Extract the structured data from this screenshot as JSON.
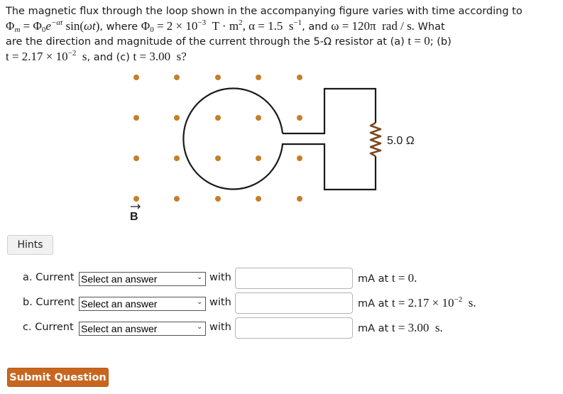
{
  "question": {
    "line1": "The magnetic flux through the loop shown in the accompanying figure varies with time according to",
    "line2": {
      "phi_m": "Φ",
      "sub_m": "m",
      "eq": " = ",
      "phi0": "Φ",
      "sub0": "0",
      "e": "e",
      "exp": "−αt",
      "sin": " sin(",
      "wt": "ωt",
      "close": ")",
      "where": ", where ",
      "phi0b": "Φ",
      "sub0b": "0",
      "val": " = 2 × 10",
      "valexp": "−3",
      "units": "  T · m",
      "unitsexp": "2",
      "alpha": ", α = 1.5  s",
      "alphaexp": "−1",
      "and": ", and ",
      "omega": "ω = 120π  rad / s.",
      "what": " What"
    },
    "line3": "are the direction and magnitude of the current through the 5-Ω resistor at (a) ",
    "line3_math": "t = 0",
    "line3_tail": "; (b)",
    "line4": {
      "t": "t = 2.17 × 10",
      "exp": "−2",
      "s": "  s",
      "mid": ", and (c) ",
      "t2": "t = 3.00  s?"
    }
  },
  "figure": {
    "resistor_label": "5.0 Ω",
    "field_label": "B",
    "dot_color": "#c47f2a",
    "resistor_color": "#7b4a1e",
    "wire_color": "#1a1a1a"
  },
  "hints_label": "Hints",
  "parts": [
    {
      "label": "a. Current",
      "select": "Select an answer",
      "with": "with",
      "value": "",
      "after_text": "mA at ",
      "after_math": "t = 0.",
      "after_exp": "",
      "after_tail": ""
    },
    {
      "label": "b. Current",
      "select": "Select an answer",
      "with": "with",
      "value": "",
      "after_text": "mA at ",
      "after_math": "t = 2.17 × 10",
      "after_exp": "−2",
      "after_tail": "  s."
    },
    {
      "label": "c. Current",
      "select": "Select an answer",
      "with": "with",
      "value": "",
      "after_text": "mA at ",
      "after_math": "t = 3.00  s.",
      "after_exp": "",
      "after_tail": ""
    }
  ],
  "caret": "⌄",
  "submit_label": "Submit Question",
  "colors": {
    "accent": "#c8661f"
  }
}
